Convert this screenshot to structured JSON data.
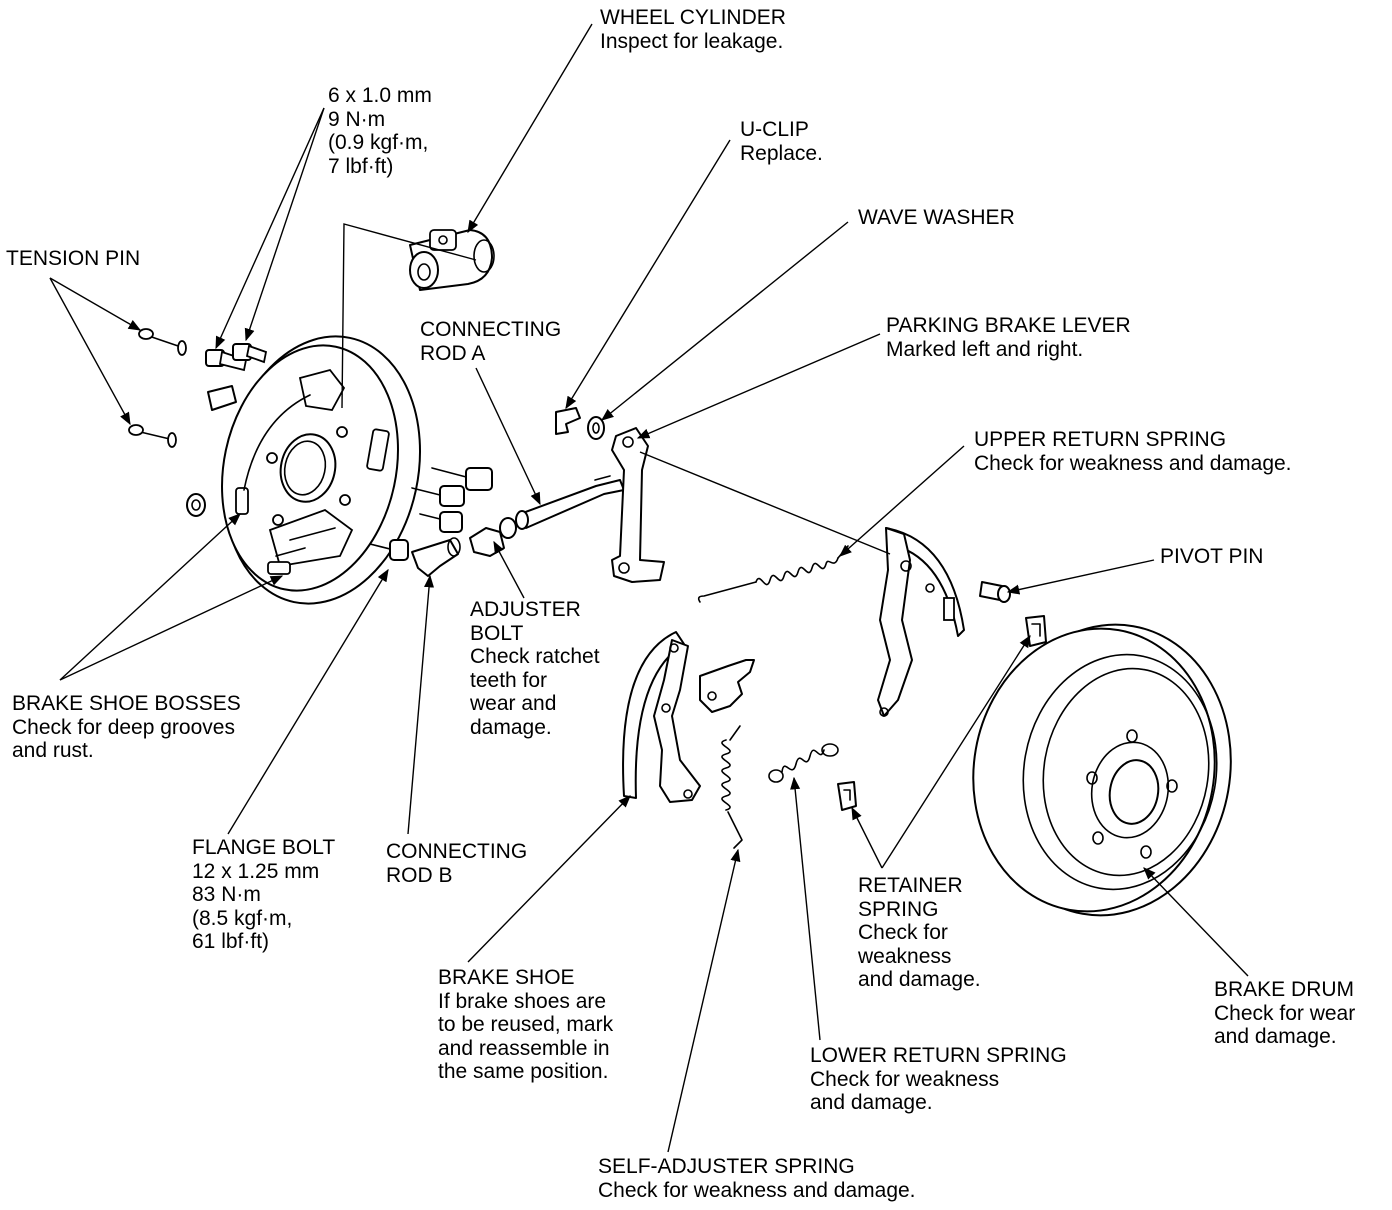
{
  "callouts": {
    "wheel_cylinder": [
      "WHEEL CYLINDER",
      "Inspect for leakage."
    ],
    "bolt_6mm": [
      "6 x 1.0 mm",
      "9 N·m",
      "(0.9 kgf·m,",
      "7 lbf·ft)"
    ],
    "u_clip": [
      "U-CLIP",
      "Replace."
    ],
    "tension_pin": [
      "TENSION PIN"
    ],
    "wave_washer": [
      "WAVE WASHER"
    ],
    "connecting_rod_a": [
      "CONNECTING",
      "ROD A"
    ],
    "parking_brake_lever": [
      "PARKING BRAKE LEVER",
      "Marked left and right."
    ],
    "upper_return_spring": [
      "UPPER RETURN SPRING",
      "Check for weakness and damage."
    ],
    "pivot_pin": [
      "PIVOT PIN"
    ],
    "adjuster_bolt": [
      "ADJUSTER",
      "BOLT",
      "Check ratchet",
      "teeth for",
      "wear and",
      "damage."
    ],
    "brake_shoe_bosses": [
      "BRAKE SHOE BOSSES",
      "Check for deep grooves",
      "and rust."
    ],
    "flange_bolt": [
      "FLANGE BOLT",
      "12 x 1.25 mm",
      "83 N·m",
      "(8.5 kgf·m,",
      "61 lbf·ft)"
    ],
    "connecting_rod_b": [
      "CONNECTING",
      "ROD B"
    ],
    "retainer_spring": [
      "RETAINER",
      "SPRING",
      "Check for",
      "weakness",
      "and damage."
    ],
    "brake_drum": [
      "BRAKE DRUM",
      "Check for wear",
      "and damage."
    ],
    "brake_shoe": [
      "BRAKE SHOE",
      "If brake shoes are",
      "to be reused, mark",
      "and reassemble in",
      "the same position."
    ],
    "lower_return_spring": [
      "LOWER RETURN SPRING",
      "Check for weakness",
      "and damage."
    ],
    "self_adjuster_spring": [
      "SELF-ADJUSTER SPRING",
      "Check for weakness and damage."
    ]
  }
}
